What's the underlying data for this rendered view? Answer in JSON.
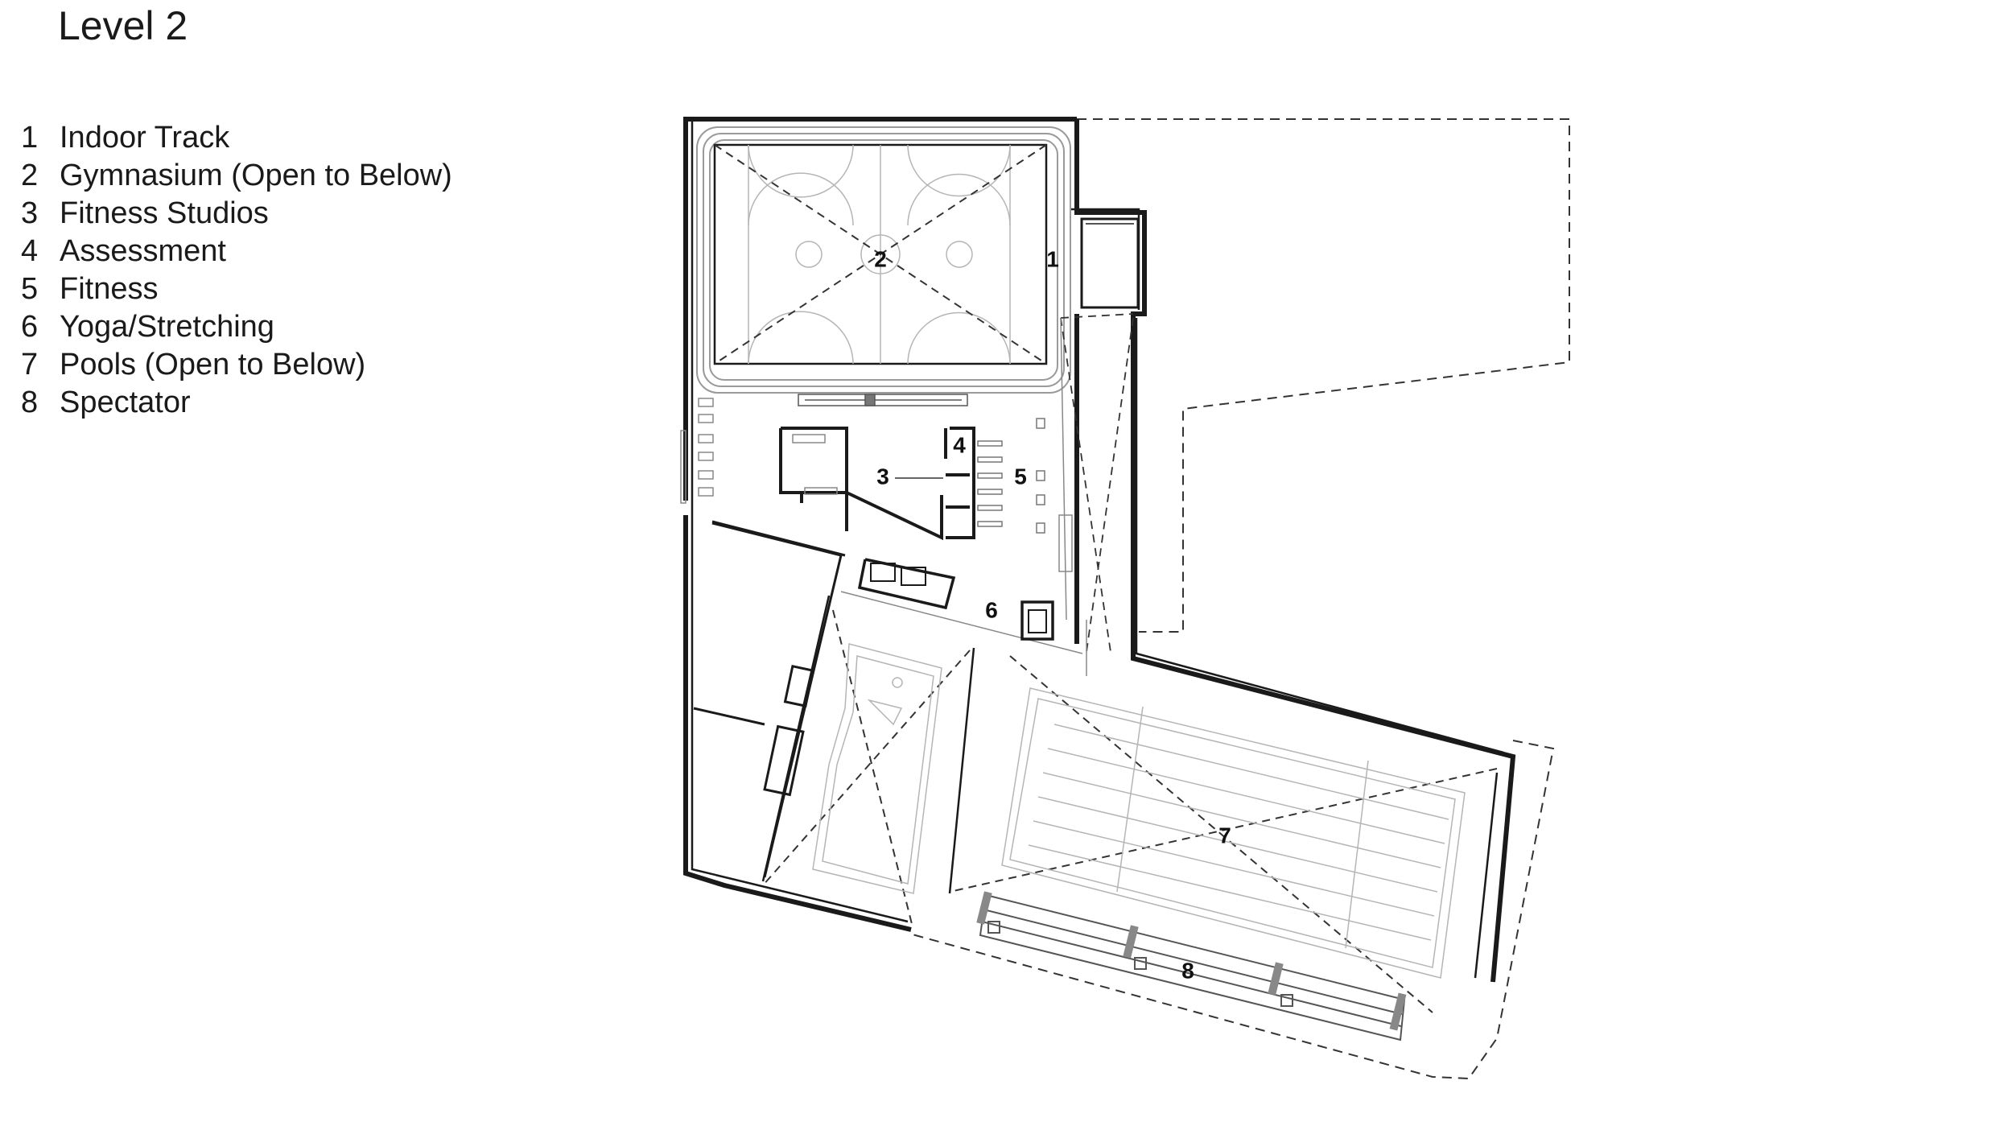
{
  "title": "Level 2",
  "legend": [
    {
      "num": "1",
      "label": "Indoor Track"
    },
    {
      "num": "2",
      "label": "Gymnasium (Open to Below)"
    },
    {
      "num": "3",
      "label": "Fitness Studios"
    },
    {
      "num": "4",
      "label": "Assessment"
    },
    {
      "num": "5",
      "label": "Fitness"
    },
    {
      "num": "6",
      "label": "Yoga/Stretching"
    },
    {
      "num": "7",
      "label": "Pools (Open to Below)"
    },
    {
      "num": "8",
      "label": "Spectator"
    }
  ],
  "plan_labels": [
    "1",
    "2",
    "3",
    "4",
    "5",
    "6",
    "7",
    "8"
  ],
  "colors": {
    "line": "#1a1a1a",
    "thin": "#9a9a9a",
    "dash": "#333333"
  }
}
